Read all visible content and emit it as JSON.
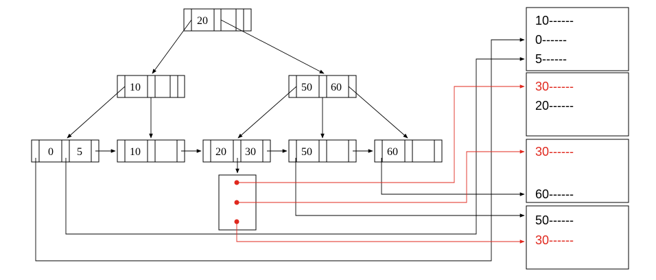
{
  "colors": {
    "line": "#000000",
    "highlight": "#e0281e",
    "background": "#ffffff"
  },
  "tree": {
    "root": {
      "keys": [
        "20"
      ]
    },
    "level1": [
      {
        "keys": [
          "10"
        ]
      },
      {
        "keys": [
          "50",
          "60"
        ]
      }
    ],
    "leaves": [
      {
        "keys": [
          "0",
          "5"
        ]
      },
      {
        "keys": [
          "10"
        ]
      },
      {
        "keys": [
          "20",
          "30"
        ]
      },
      {
        "keys": [
          "50"
        ]
      },
      {
        "keys": [
          "60"
        ]
      }
    ]
  },
  "overflow_bucket": {
    "pointer_count": 3
  },
  "data_pages": [
    {
      "records": [
        {
          "text": "10------",
          "highlight": false
        },
        {
          "text": "0------",
          "highlight": false
        },
        {
          "text": "5------",
          "highlight": false
        }
      ]
    },
    {
      "records": [
        {
          "text": "30------",
          "highlight": true
        },
        {
          "text": "20------",
          "highlight": false
        }
      ]
    },
    {
      "records": [
        {
          "text": "30------",
          "highlight": true
        },
        {
          "text": "60------",
          "highlight": false
        }
      ]
    },
    {
      "records": [
        {
          "text": "50------",
          "highlight": false
        },
        {
          "text": "30------",
          "highlight": true
        }
      ]
    }
  ]
}
